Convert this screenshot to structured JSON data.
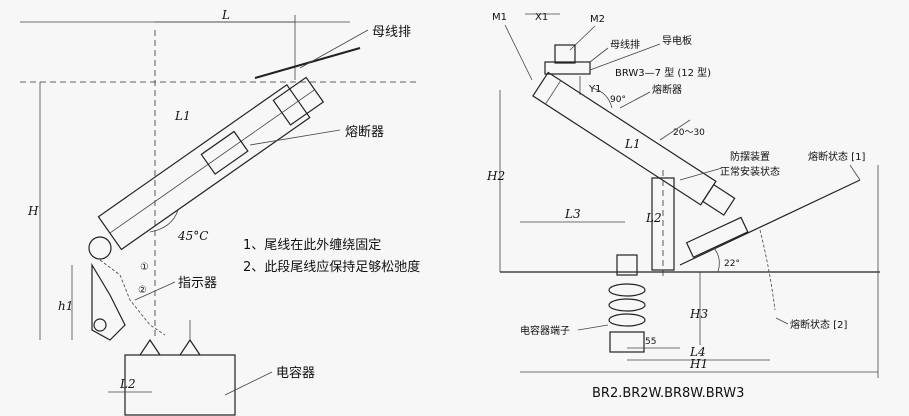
{
  "left": {
    "labels": {
      "busbar": "母线排",
      "fuse": "熔断器",
      "indicator": "指示器",
      "capacitor": "电容器"
    },
    "notes": {
      "note1": "1、尾线在此外缠绕固定",
      "note2": "2、此段尾线应保持足够松弛度"
    },
    "dims": {
      "L": "L",
      "L1": "L1",
      "L2": "L2",
      "H": "H",
      "h1": "h1",
      "angle": "45°C",
      "circle1": "①",
      "circle2": "②"
    }
  },
  "right": {
    "labels": {
      "m1": "M1",
      "x1": "X1",
      "m2": "M2",
      "busbar": "母线排",
      "guide_plate": "导电板",
      "type": "BRW3—7 型 (12 型)",
      "fuse": "熔断器",
      "anti_swing": "防摆装置",
      "normal_state": "正常安装状态",
      "blown1": "熔断状态 [1]",
      "blown2": "熔断状态 [2]",
      "cap_terminal": "电容器端子"
    },
    "dims": {
      "y1": "Y1",
      "angle90": "90°",
      "l1": "L1",
      "range": "20～30",
      "h2": "H2",
      "l3": "L3",
      "l2": "L2",
      "angle22": "22°",
      "h3": "H3",
      "d55": "55",
      "l4": "L4",
      "h1": "H1"
    },
    "caption": "BR2.BR2W.BR8W.BRW3"
  }
}
